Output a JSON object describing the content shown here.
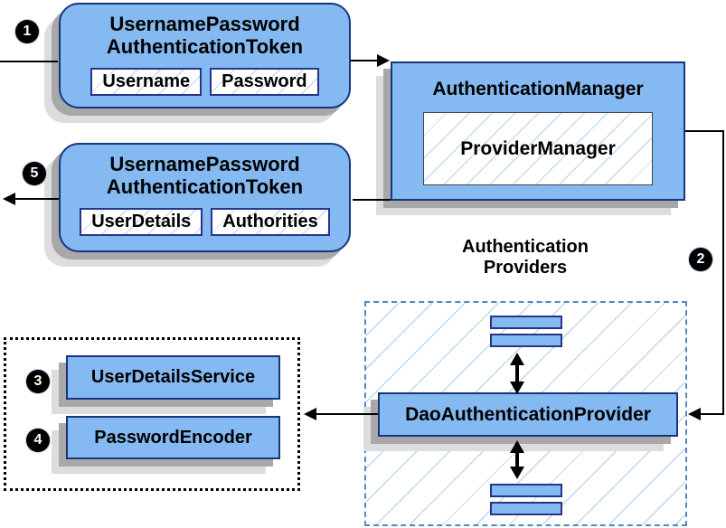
{
  "steps": {
    "s1": "1",
    "s2": "2",
    "s3": "3",
    "s4": "4",
    "s5": "5"
  },
  "request_token": {
    "title_line1": "UsernamePassword",
    "title_line2": "AuthenticationToken",
    "field1": "Username",
    "field2": "Password"
  },
  "authentication_manager": {
    "title": "AuthenticationManager",
    "inner": "ProviderManager"
  },
  "result_token": {
    "title_line1": "UsernamePassword",
    "title_line2": "AuthenticationToken",
    "field1": "UserDetails",
    "field2": "Authorities"
  },
  "authentication_providers": {
    "heading_line1": "Authentication",
    "heading_line2": "Providers",
    "dao_provider": "DaoAuthenticationProvider"
  },
  "services": {
    "user_details_service": "UserDetailsService",
    "password_encoder": "PasswordEncoder"
  },
  "colors": {
    "box_blue": "#85b9f2",
    "box_border": "#17357d",
    "inner_border": "#27348b",
    "hatch_blue": "#b3d2f2",
    "dashed_border": "#5585c2",
    "shadow_dark": "#a8a8a8",
    "shadow_light": "#dddddd",
    "connector_black": "#000000"
  }
}
